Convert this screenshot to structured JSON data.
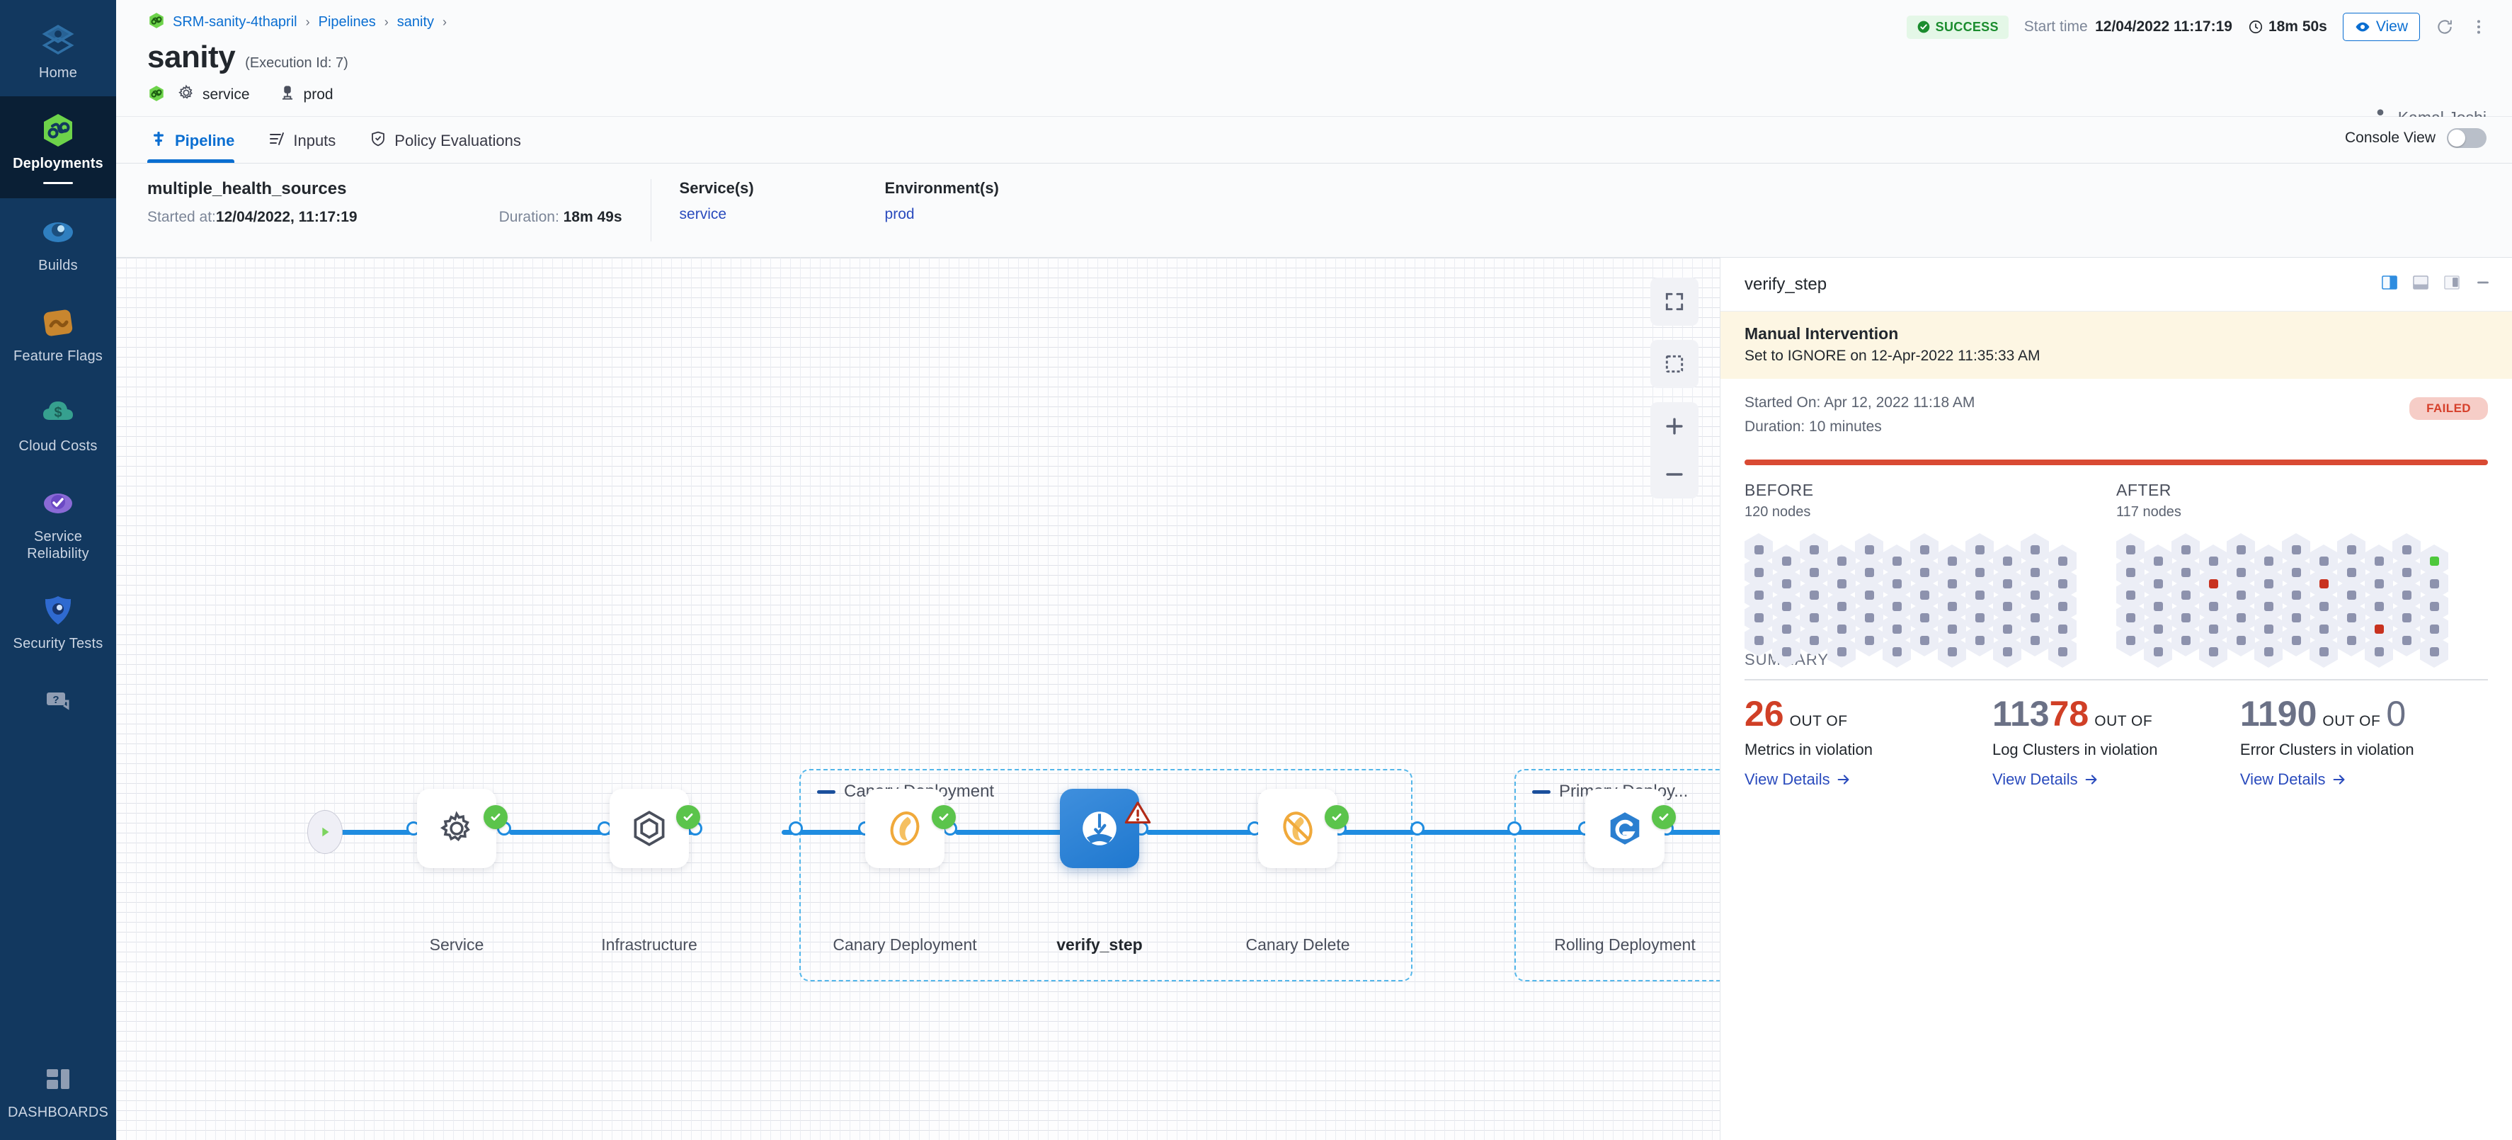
{
  "sidebar": {
    "items": [
      {
        "label": "Home",
        "icon": "home-grid-icon",
        "active": false
      },
      {
        "label": "Deployments",
        "icon": "harness-hexagon-icon",
        "active": true
      },
      {
        "label": "Builds",
        "icon": "builds-icon",
        "active": false
      },
      {
        "label": "Feature Flags",
        "icon": "feature-flags-icon",
        "active": false
      },
      {
        "label": "Cloud Costs",
        "icon": "cloud-cost-icon",
        "active": false
      },
      {
        "label": "Service Reliability",
        "icon": "service-reliability-icon",
        "active": false
      },
      {
        "label": "Security Tests",
        "icon": "shield-icon",
        "active": false
      },
      {
        "label": "",
        "icon": "help-chat-icon",
        "active": false
      },
      {
        "label": "DASHBOARDS",
        "icon": "dashboard-tiles-icon",
        "active": false
      }
    ]
  },
  "header": {
    "breadcrumbs": [
      "SRM-sanity-4thapril",
      "Pipelines",
      "sanity"
    ],
    "title": "sanity",
    "execution_id": "(Execution Id: 7)",
    "chips": [
      {
        "label": "service",
        "icon": "gear-icon"
      },
      {
        "label": "prod",
        "icon": "environment-icon"
      }
    ],
    "status": "SUCCESS",
    "start_time_label": "Start time",
    "start_time_value": "12/04/2022 11:17:19",
    "duration": "18m 50s",
    "view_button": "View",
    "user_name": "Kamal Joshi"
  },
  "tabs": [
    {
      "label": "Pipeline",
      "icon": "pipeline-icon",
      "active": true
    },
    {
      "label": "Inputs",
      "icon": "inputs-icon",
      "active": false
    },
    {
      "label": "Policy Evaluations",
      "icon": "policy-shield-icon",
      "active": false
    }
  ],
  "console_view": {
    "label": "Console View",
    "enabled": false
  },
  "subheader": {
    "stage_name": "multiple_health_sources",
    "started_at_label": "Started at: ",
    "started_at_value": "12/04/2022, 11:17:19",
    "duration_label": "Duration: ",
    "duration_value": "18m 49s",
    "services_label": "Service(s)",
    "services_value": "service",
    "environments_label": "Environment(s)",
    "environments_value": "prod"
  },
  "pipeline": {
    "groups": [
      {
        "name": "Canary Deployment"
      },
      {
        "name": "Primary Deploy..."
      }
    ],
    "nodes": [
      {
        "name": "Service",
        "icon": "gear-icon",
        "status": "success",
        "selected": false
      },
      {
        "name": "Infrastructure",
        "icon": "infra-hexagon-icon",
        "status": "success",
        "selected": false
      },
      {
        "name": "Canary Deployment",
        "icon": "canary-bird-icon",
        "status": "success",
        "selected": false
      },
      {
        "name": "verify_step",
        "icon": "verify-icon",
        "status": "warning",
        "selected": true
      },
      {
        "name": "Canary Delete",
        "icon": "canary-delete-icon",
        "status": "success",
        "selected": false
      },
      {
        "name": "Rolling Deployment",
        "icon": "rolling-deployment-icon",
        "status": "success",
        "selected": false
      }
    ],
    "tools": [
      {
        "name": "fit-to-screen-icon"
      },
      {
        "name": "select-area-icon"
      },
      {
        "name": "zoom-in-icon"
      },
      {
        "name": "zoom-out-icon"
      }
    ]
  },
  "detail_panel": {
    "title": "verify_step",
    "window_icons": [
      "split-left-icon",
      "split-bottom-icon",
      "split-right-icon",
      "minimize-icon"
    ],
    "banner_title": "Manual Intervention",
    "banner_text": "Set to IGNORE on 12-Apr-2022 11:35:33 AM",
    "started_on": "Started On: Apr 12, 2022 11:18 AM",
    "duration": "Duration: 10 minutes",
    "status": "FAILED",
    "before": {
      "label": "BEFORE",
      "nodes": "120 nodes"
    },
    "after": {
      "label": "AFTER",
      "nodes": "117 nodes"
    },
    "summary_label": "SUMMARY",
    "stats": [
      {
        "value": "26",
        "value_color": "red",
        "out_of": "OUT OF",
        "description": "Metrics in violation",
        "link": "View Details"
      },
      {
        "value_prefix": "113",
        "value_suffix": "78",
        "out_of": "OUT OF",
        "description": "Log Clusters in violation",
        "link": "View Details"
      },
      {
        "value": "1190",
        "value_color": "grey",
        "out_of": "OUT OF",
        "denominator": "0",
        "description": "Error Clusters in violation",
        "link": "View Details"
      }
    ]
  },
  "colors": {
    "accent_blue": "#0a6ed1",
    "success_green": "#5bc44b",
    "failed_red": "#d94a33",
    "sidebar_bg": "#12385f"
  }
}
